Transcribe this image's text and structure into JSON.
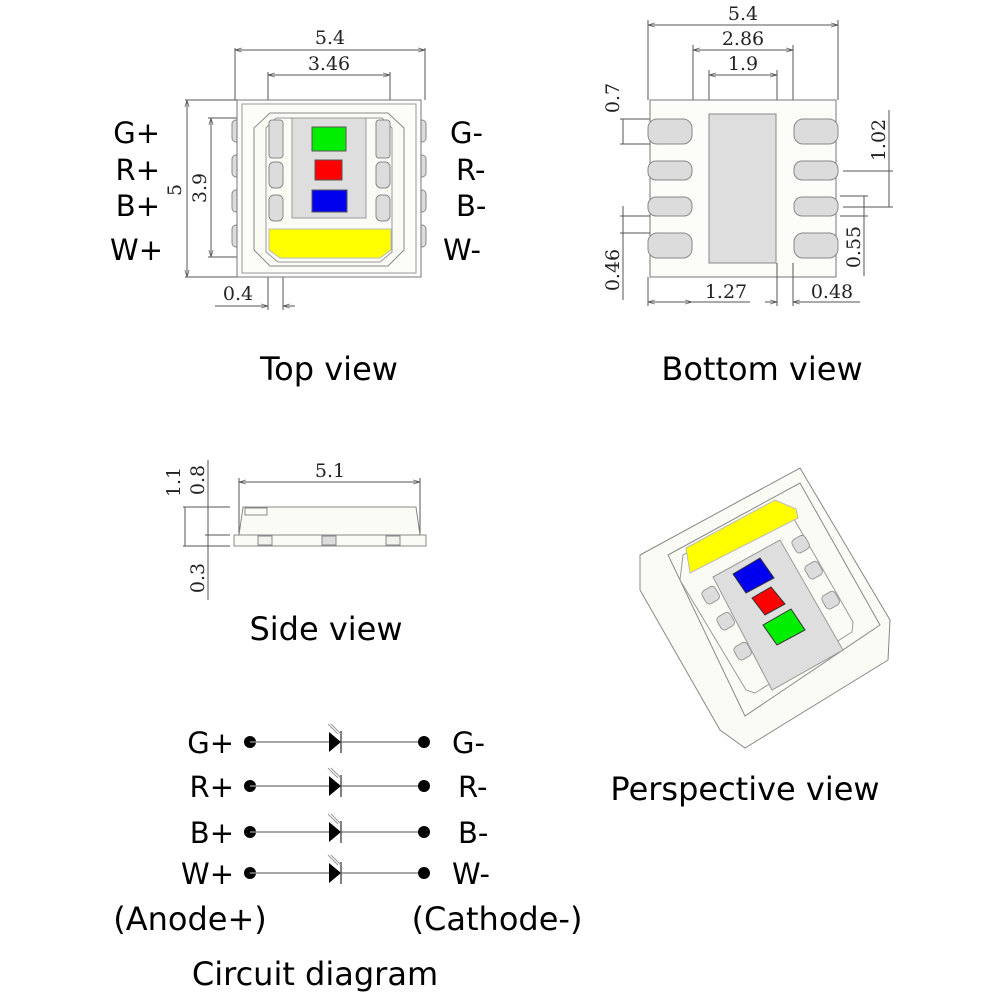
{
  "top_view": {
    "caption": "Top view",
    "dims": {
      "width": "5.4",
      "inner_width": "3.46",
      "height": "5",
      "inner_height": "3.9",
      "wall": "0.4"
    },
    "left_pins": [
      "G+",
      "R+",
      "B+",
      "W+"
    ],
    "right_pins": [
      "G-",
      "R-",
      "B-",
      "W-"
    ],
    "chip_colors": {
      "green": "#00ee00",
      "red": "#ff0000",
      "blue": "#0000ee",
      "white_phosphor": "#ffff00"
    }
  },
  "bottom_view": {
    "caption": "Bottom view",
    "dims": {
      "width": "5.4",
      "pad_span": "2.86",
      "center_pad": "1.9",
      "pad_height": "0.7",
      "pitch": "1.02",
      "pad_gap": "0.55",
      "edge": "0.46",
      "center_offset": "1.27",
      "pad_length": "0.48"
    }
  },
  "side_view": {
    "caption": "Side view",
    "dims": {
      "length": "5.1",
      "total_height": "1.1",
      "body_height": "0.8",
      "base_height": "0.3"
    }
  },
  "perspective_view": {
    "caption": "Perspective view"
  },
  "circuit": {
    "caption": "Circuit diagram",
    "anode_label": "(Anode+)",
    "cathode_label": "(Cathode-)",
    "rows": [
      {
        "anode": "G+",
        "cathode": "G-"
      },
      {
        "anode": "R+",
        "cathode": "R-"
      },
      {
        "anode": "B+",
        "cathode": "B-"
      },
      {
        "anode": "W+",
        "cathode": "W-"
      }
    ]
  }
}
